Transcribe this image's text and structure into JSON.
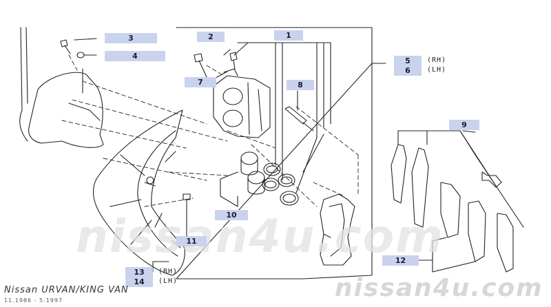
{
  "diagram": {
    "title": "Nissan URVAN/KING VAN",
    "date_range": "11.1986 - 5.1997",
    "watermark_large": "nissan4u.com",
    "watermark_small": "nissan4u.com",
    "colors": {
      "label_fill": "#c9d3ee",
      "line": "#222222"
    },
    "parts": [
      {
        "number": "1"
      },
      {
        "number": "2"
      },
      {
        "number": "3"
      },
      {
        "number": "4"
      },
      {
        "number": "5",
        "side": "(RH)"
      },
      {
        "number": "6",
        "side": "(LH)"
      },
      {
        "number": "7"
      },
      {
        "number": "8"
      },
      {
        "number": "9"
      },
      {
        "number": "10"
      },
      {
        "number": "11"
      },
      {
        "number": "12"
      },
      {
        "number": "13",
        "side": "(RH)"
      },
      {
        "number": "14",
        "side": "(LH)"
      }
    ]
  }
}
